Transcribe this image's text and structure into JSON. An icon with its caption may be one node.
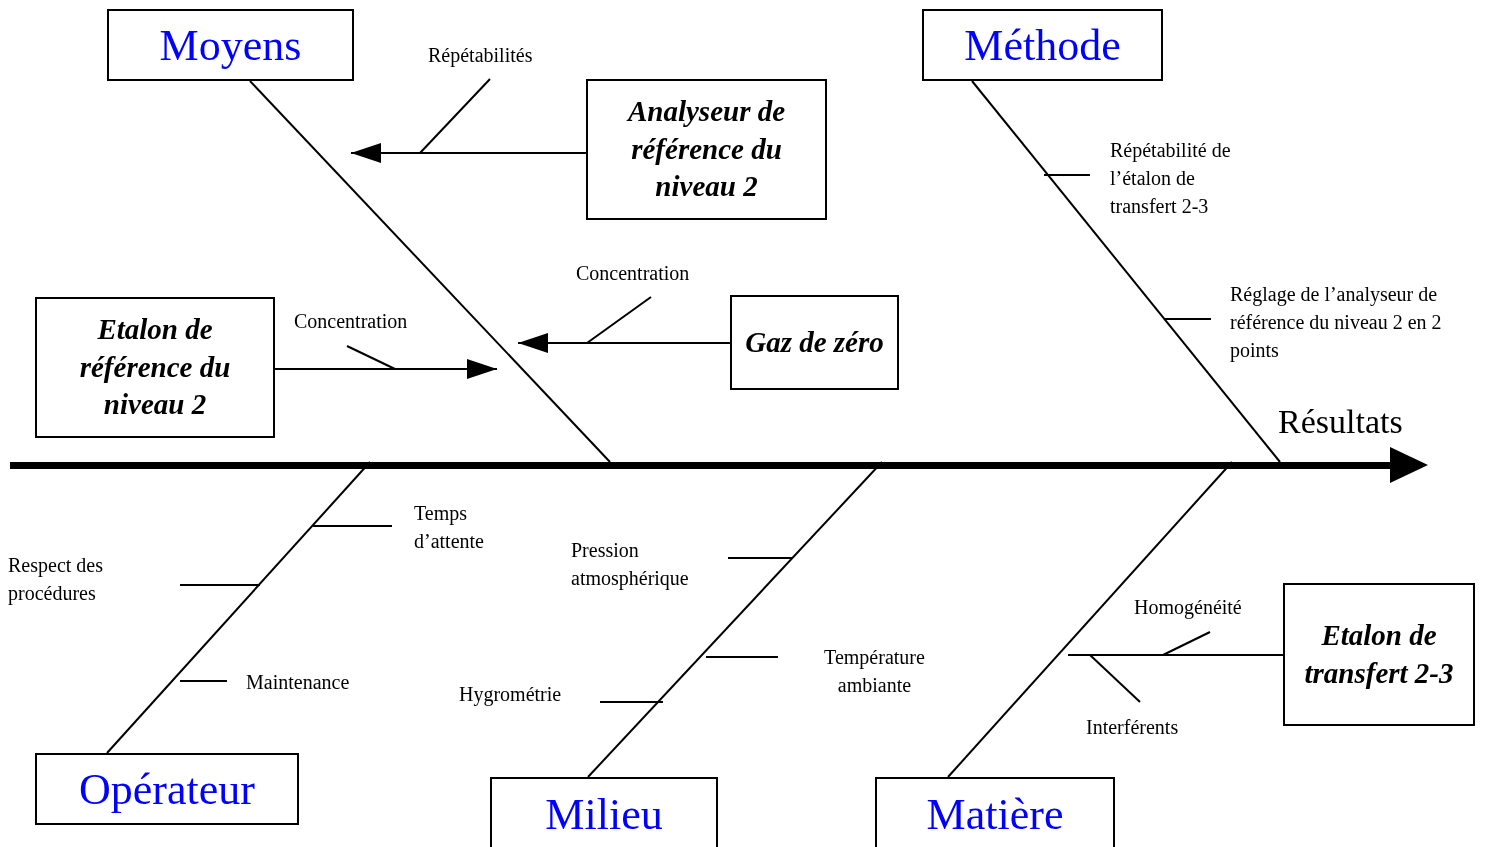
{
  "diagram": {
    "nodes": [
      {
        "text": [
          "Moyens"
        ]
      },
      {
        "text": [
          "Méthode"
        ]
      },
      {
        "text": [
          "Analyseur de référence du niveau 2"
        ]
      },
      {
        "text": [
          "Etalon de référence du niveau 2"
        ]
      },
      {
        "text": [
          "Gaz de zéro"
        ]
      },
      {
        "text": [],
        "shape": "bar"
      },
      {
        "text": [
          "Opérateur"
        ]
      },
      {
        "text": [
          "Milieu"
        ]
      },
      {
        "text": [
          "Matière"
        ]
      },
      {
        "text": [
          "Etalon de transfert 2-3"
        ]
      }
    ],
    "edges": [
      {
        "from": 0,
        "to": 5,
        "arrow": "none"
      },
      {
        "from": 1,
        "to": 5,
        "arrow": "none"
      },
      {
        "from": 6,
        "to": 5,
        "arrow": "none"
      },
      {
        "from": 7,
        "to": 5,
        "arrow": "none"
      },
      {
        "from": 8,
        "to": 5,
        "arrow": "none"
      },
      {
        "from": 2,
        "to": null,
        "arrow": "to"
      },
      {
        "from": 3,
        "to": null,
        "arrow": "to"
      },
      {
        "from": 4,
        "to": null,
        "arrow": "to"
      },
      {
        "from": 9,
        "to": null,
        "arrow": "none"
      }
    ],
    "labels": [
      "Répétabilités",
      "Répétabilité de l’étalon de transfert 2-3",
      "Concentration",
      "Réglage de l’analyseur de référence du niveau 2 en 2 points",
      "Concentration",
      "Résultats",
      "Temps d’attente",
      "Pression atmosphérique",
      "Respect des procédures",
      "Homogénéité",
      "Température ambiante",
      "Maintenance",
      "Hygrométrie",
      "Interférents"
    ]
  }
}
